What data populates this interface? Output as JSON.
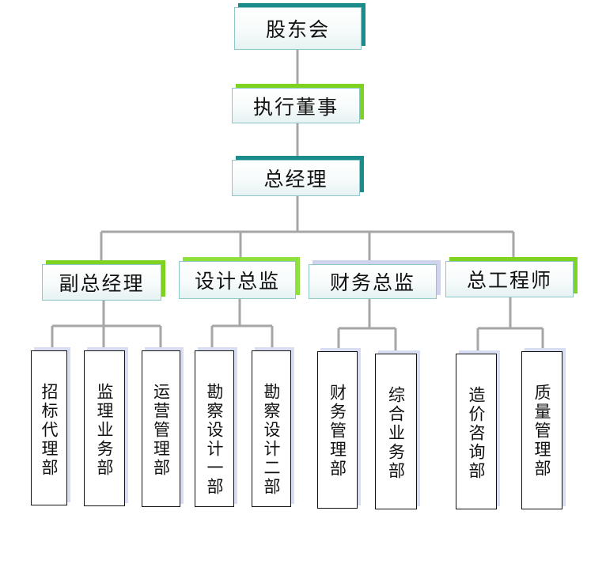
{
  "shareholders": "股东会",
  "executive_director": "执行董事",
  "general_manager": "总经理",
  "divisions": [
    {
      "title": "副总经理",
      "departments": [
        "招标代理部",
        "监理业务部",
        "运营管理部"
      ]
    },
    {
      "title": "设计总监",
      "departments": [
        "勘察设计一部",
        "勘察设计二部"
      ]
    },
    {
      "title": "财务总监",
      "departments": [
        "财务管理部",
        "综合业务部"
      ]
    },
    {
      "title": "总工程师",
      "departments": [
        "造价咨询部",
        "质量管理部"
      ]
    }
  ]
}
